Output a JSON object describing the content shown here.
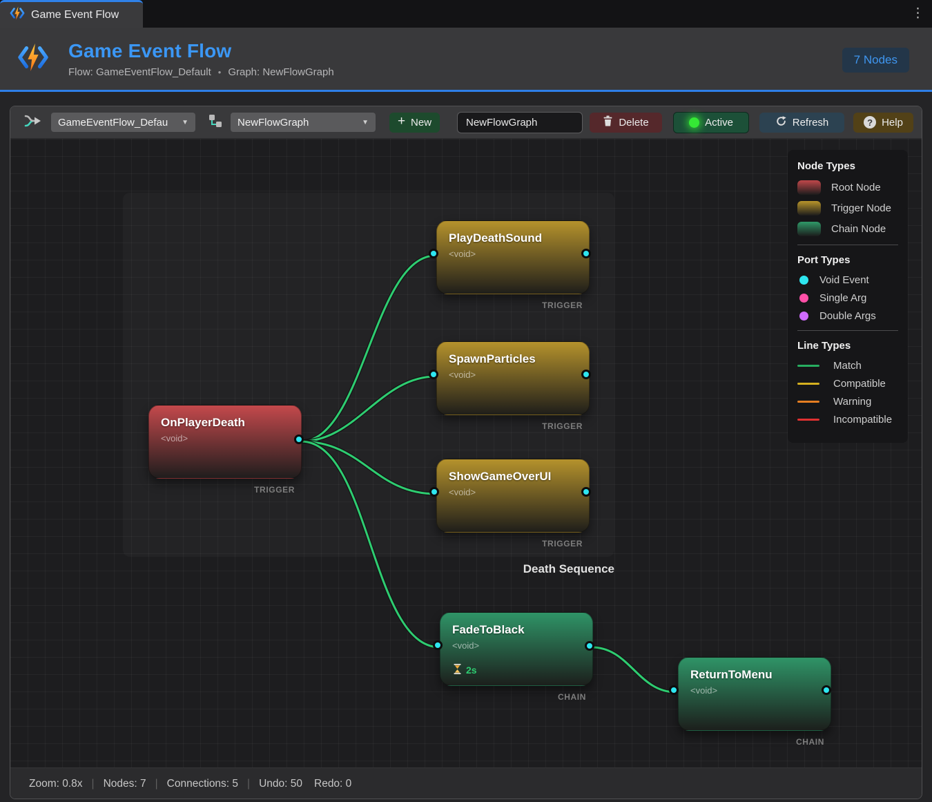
{
  "tabbar": {
    "active_tab": "Game Event Flow",
    "menu_icon": "kebab-menu"
  },
  "header": {
    "title": "Game Event Flow",
    "flow_label": "Flow: GameEventFlow_Default",
    "bullet": "•",
    "graph_label": "Graph: NewFlowGraph",
    "nodes_badge": "7 Nodes"
  },
  "toolbar": {
    "flow_dropdown_value": "GameEventFlow_Defau",
    "graph_dropdown_value": "NewFlowGraph",
    "new_button": "New",
    "graph_name_input": "NewFlowGraph",
    "delete_button": "Delete",
    "active_button": "Active",
    "refresh_button": "Refresh",
    "help_button": "Help"
  },
  "legend": {
    "node_types_title": "Node Types",
    "node_types": [
      {
        "label": "Root Node",
        "color": "#c0474a"
      },
      {
        "label": "Trigger Node",
        "color": "#b8952a"
      },
      {
        "label": "Chain Node",
        "color": "#2f9968"
      }
    ],
    "port_types_title": "Port Types",
    "port_types": [
      {
        "label": "Void Event",
        "color": "#2ee6f0"
      },
      {
        "label": "Single Arg",
        "color": "#ff4fa7"
      },
      {
        "label": "Double Args",
        "color": "#cf6bff"
      }
    ],
    "line_types_title": "Line Types",
    "line_types": [
      {
        "label": "Match",
        "color": "#27ae60"
      },
      {
        "label": "Compatible",
        "color": "#d4af1f"
      },
      {
        "label": "Warning",
        "color": "#e67e22"
      },
      {
        "label": "Incompatible",
        "color": "#e03131"
      }
    ]
  },
  "canvas": {
    "group_label": "Death Sequence",
    "connection_color": "#2ecc71",
    "port_color": "#2ee6f0",
    "nodes": [
      {
        "title": "OnPlayerDeath",
        "signature": "<void>",
        "type_label": "TRIGGER",
        "kind": "root"
      },
      {
        "title": "PlayDeathSound",
        "signature": "<void>",
        "type_label": "TRIGGER",
        "kind": "trigger"
      },
      {
        "title": "SpawnParticles",
        "signature": "<void>",
        "type_label": "TRIGGER",
        "kind": "trigger"
      },
      {
        "title": "ShowGameOverUI",
        "signature": "<void>",
        "type_label": "TRIGGER",
        "kind": "trigger"
      },
      {
        "title": "FadeToBlack",
        "signature": "<void>",
        "type_label": "CHAIN",
        "kind": "chain",
        "delay": "2s"
      },
      {
        "title": "ReturnToMenu",
        "signature": "<void>",
        "type_label": "CHAIN",
        "kind": "chain"
      }
    ]
  },
  "statusbar": {
    "zoom": "Zoom: 0.8x",
    "nodes": "Nodes: 7",
    "connections": "Connections: 5",
    "undo": "Undo: 50",
    "redo": "Redo: 0",
    "separator": "|"
  }
}
